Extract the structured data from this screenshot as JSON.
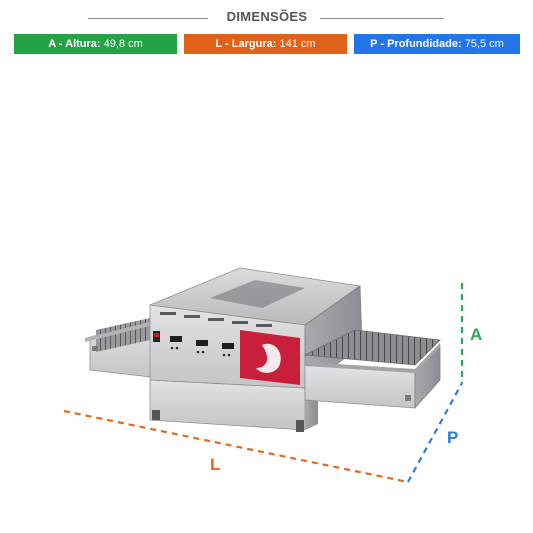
{
  "header": {
    "title": "DIMENSÕES"
  },
  "badges": [
    {
      "key": "A",
      "label": "A - Altura:",
      "value": "49,8 cm",
      "color": "#25a244"
    },
    {
      "key": "L",
      "label": "L - Largura:",
      "value": "141 cm",
      "color": "#e0621a"
    },
    {
      "key": "P",
      "label": "P - Profundidade:",
      "value": "75,5 cm",
      "color": "#2476e8"
    }
  ],
  "dimension_letters": {
    "height": "A",
    "width": "L",
    "depth": "P"
  },
  "colors": {
    "height_line": "#2fa84f",
    "width_line": "#e8661c",
    "depth_line": "#2a7de1",
    "steel": "#c9c9cb",
    "brand_panel": "#c8203a"
  },
  "icons": {
    "oven": "conveyor-pizza-oven-image"
  }
}
